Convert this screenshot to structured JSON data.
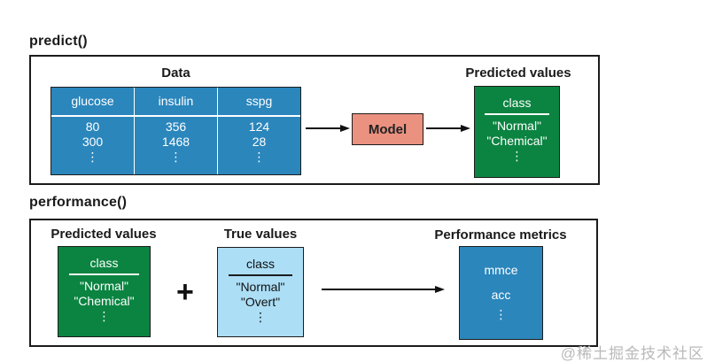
{
  "colors": {
    "blue": "#2B86BC",
    "green": "#0B8441",
    "light_blue": "#ACDEF6",
    "salmon": "#EB9180",
    "line": "#111111"
  },
  "watermark": "@稀土掘金技术社区",
  "predict_section": {
    "label": "predict()",
    "data_table": {
      "title": "Data",
      "columns": [
        {
          "header": "glucose",
          "values": [
            "80",
            "300",
            "⋮"
          ]
        },
        {
          "header": "insulin",
          "values": [
            "356",
            "1468",
            "⋮"
          ]
        },
        {
          "header": "sspg",
          "values": [
            "124",
            "28",
            "⋮"
          ]
        }
      ]
    },
    "model_label": "Model",
    "predicted_table": {
      "title": "Predicted values",
      "header": "class",
      "values": [
        "\"Normal\"",
        "\"Chemical\"",
        "⋮"
      ]
    }
  },
  "performance_section": {
    "label": "performance()",
    "predicted_table": {
      "title": "Predicted values",
      "header": "class",
      "values": [
        "\"Normal\"",
        "\"Chemical\"",
        "⋮"
      ]
    },
    "plus_sign": "+",
    "true_table": {
      "title": "True values",
      "header": "class",
      "values": [
        "\"Normal\"",
        "\"Overt\"",
        "⋮"
      ]
    },
    "metrics_table": {
      "title": "Performance metrics",
      "values": [
        "mmce",
        "acc",
        "⋮"
      ]
    }
  }
}
